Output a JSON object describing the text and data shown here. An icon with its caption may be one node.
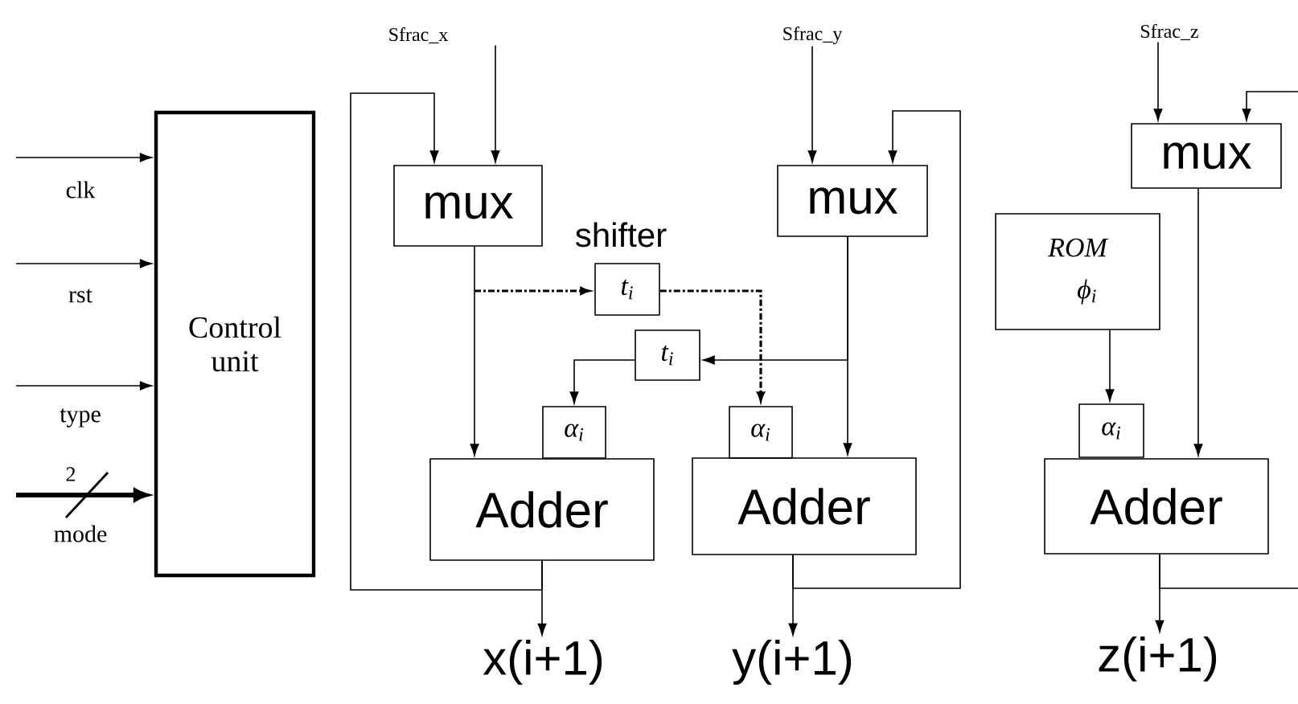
{
  "diagram": {
    "nodes": [
      {
        "text": [
          "Control unit"
        ]
      },
      {
        "text": [
          "Sfrac_x"
        ]
      },
      {
        "text": [
          "mux"
        ]
      },
      {
        "text": [
          "t$_{i}$"
        ],
        "beside": [
          "shifter"
        ]
      },
      {
        "text": [
          "t$_{i}$"
        ]
      },
      {
        "text": [
          "α$_{i}$"
        ]
      },
      {
        "text": [
          "Adder"
        ]
      },
      {
        "text": [
          "x(i+1)"
        ]
      },
      {
        "text": [
          "Sfrac_y"
        ]
      },
      {
        "text": [
          "mux"
        ]
      },
      {
        "text": [
          "α$_{i}$"
        ]
      },
      {
        "text": [
          "Adder"
        ]
      },
      {
        "text": [
          "y(i+1)"
        ]
      },
      {
        "text": [
          "Sfrac_z"
        ]
      },
      {
        "text": [
          "mux"
        ]
      },
      {
        "text": [
          "ROM",
          "ϕ$_{i}$"
        ]
      },
      {
        "text": [
          "α$_{i}$"
        ]
      },
      {
        "text": [
          "Adder"
        ]
      },
      {
        "text": [
          "z(i+1)"
        ]
      }
    ],
    "edges": [
      {
        "from": null,
        "to": 0,
        "arrow": "to",
        "label": "clk"
      },
      {
        "from": null,
        "to": 0,
        "arrow": "to",
        "label": "rst"
      },
      {
        "from": null,
        "to": 0,
        "arrow": "to",
        "label": "type"
      },
      {
        "from": null,
        "to": 0,
        "arrow": "to",
        "label": "mode",
        "style": "thick"
      },
      {
        "from": 1,
        "to": 2,
        "arrow": "to"
      },
      {
        "from": 2,
        "to": 6,
        "arrow": "to"
      },
      {
        "from": 2,
        "to": 3,
        "arrow": "to",
        "style": "dashed"
      },
      {
        "from": 3,
        "to": 10,
        "arrow": "to",
        "style": "dashed"
      },
      {
        "from": 6,
        "to": 7,
        "arrow": "to"
      },
      {
        "from": 6,
        "to": 2,
        "arrow": "to"
      },
      {
        "from": 8,
        "to": 9,
        "arrow": "to"
      },
      {
        "from": 9,
        "to": 11,
        "arrow": "to"
      },
      {
        "from": 9,
        "to": 4,
        "arrow": "to"
      },
      {
        "from": 4,
        "to": 5,
        "arrow": "to"
      },
      {
        "from": 11,
        "to": 12,
        "arrow": "to"
      },
      {
        "from": 11,
        "to": 9,
        "arrow": "to"
      },
      {
        "from": 13,
        "to": 14,
        "arrow": "to"
      },
      {
        "from": 14,
        "to": 17,
        "arrow": "to"
      },
      {
        "from": 15,
        "to": 16,
        "arrow": "to"
      },
      {
        "from": 17,
        "to": 18,
        "arrow": "to"
      },
      {
        "from": 17,
        "to": 14,
        "arrow": "to"
      }
    ],
    "labels": [
      "2"
    ]
  }
}
